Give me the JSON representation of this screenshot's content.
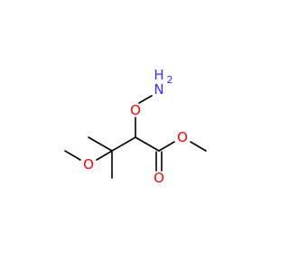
{
  "atoms": {
    "nh2": {
      "symbol": "N",
      "h_label": "H",
      "h_count": "2",
      "color": "#3333ff"
    },
    "o_amino": {
      "symbol": "O",
      "color": "#ff0000"
    },
    "o_methoxy": {
      "symbol": "O",
      "color": "#ff0000"
    },
    "o_ester": {
      "symbol": "O",
      "color": "#ff0000"
    },
    "o_carbonyl": {
      "symbol": "O",
      "color": "#ff0000"
    }
  },
  "colors": {
    "bond": "#000000",
    "background": "#ffffff"
  }
}
